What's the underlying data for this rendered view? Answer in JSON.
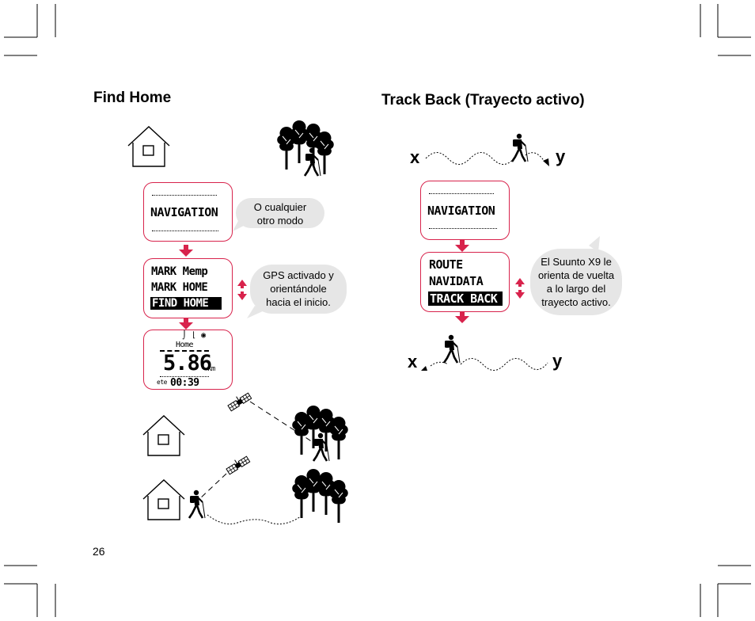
{
  "page": {
    "number": "26"
  },
  "find_home": {
    "heading": "Find Home",
    "screen1": {
      "label": "NAVIGATION"
    },
    "screen2": {
      "items": [
        "MARK Memp",
        "MARK HOME",
        "FIND HOME"
      ],
      "selected_index": 2
    },
    "screen3": {
      "target": "Home",
      "distance": "5.86",
      "unit": "km",
      "eta_label": "ete",
      "eta_value": "00:39"
    },
    "bubble1": {
      "lines": [
        "O cualquier",
        "otro modo"
      ]
    },
    "bubble2": {
      "lines": [
        "GPS activado y",
        "orientándole",
        "hacia el inicio."
      ]
    }
  },
  "track_back": {
    "heading": "Track Back (Trayecto activo)",
    "screen1": {
      "label": "NAVIGATION"
    },
    "screen2": {
      "items": [
        "ROUTE",
        "NAVIDATA",
        "TRACK BACK"
      ],
      "selected_index": 2
    },
    "bubble": {
      "lines": [
        "El Suunto X9 le",
        "orienta de vuelta",
        "a lo largo del",
        "trayecto activo."
      ]
    },
    "path_start_label": "x",
    "path_end_label": "y"
  },
  "colors": {
    "accent": "#d8234c",
    "bubble": "#e6e6e6",
    "ink": "#000000"
  },
  "icons": [
    "house-icon",
    "trees-icon",
    "hiker-icon",
    "satellite-icon",
    "up-down-arrow-icon",
    "down-arrow-icon"
  ]
}
